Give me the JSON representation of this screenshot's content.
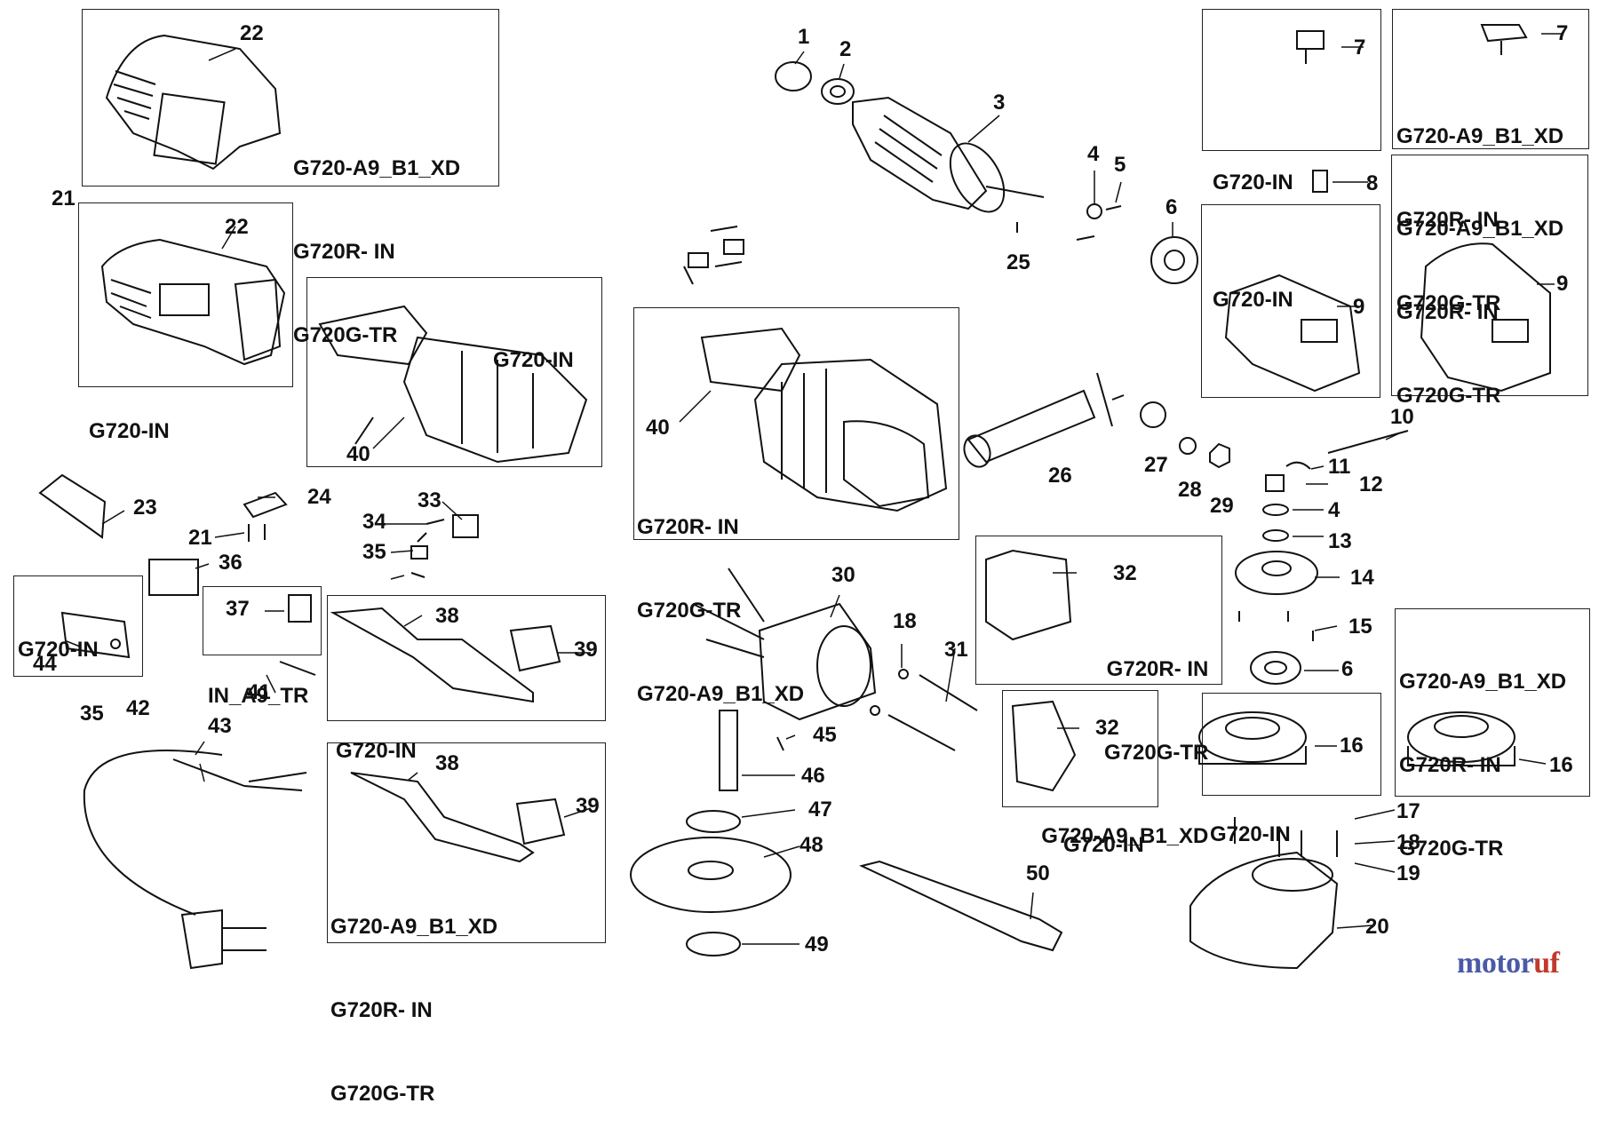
{
  "boxes": [
    {
      "id": "b22a",
      "lines": [
        "G720-A9_B1_XD",
        "G720R- IN",
        "G720G-TR"
      ]
    },
    {
      "id": "b22b",
      "lines": [
        "G720-IN"
      ]
    },
    {
      "id": "b40a",
      "lines": [
        "G720-IN"
      ]
    },
    {
      "id": "b40b",
      "lines": [
        "G720R- IN",
        "G720G-TR",
        "G720-A9_B1_XD"
      ]
    },
    {
      "id": "b7a",
      "lines": [
        "G720-IN"
      ]
    },
    {
      "id": "b7b",
      "lines": [
        "G720-A9_B1_XD",
        "G720R- IN",
        "G720G-TR"
      ]
    },
    {
      "id": "b9a",
      "lines": [
        "G720-IN"
      ]
    },
    {
      "id": "b9b",
      "lines": [
        "G720-A9_B1_XD",
        "G720R- IN",
        "G720G-TR"
      ]
    },
    {
      "id": "b32a",
      "lines": [
        "G720R- IN",
        "G720G-TR",
        "G720-A9_B1_XD"
      ]
    },
    {
      "id": "b32b",
      "lines": [
        "G720-IN"
      ]
    },
    {
      "id": "b16a",
      "lines": [
        "G720-IN"
      ]
    },
    {
      "id": "b16b",
      "lines": [
        "G720-A9_B1_XD",
        "G720R- IN",
        "G720G-TR"
      ]
    },
    {
      "id": "b44",
      "lines": [
        "G720-IN"
      ]
    },
    {
      "id": "b37",
      "lines": [
        "IN_A9_TR"
      ]
    },
    {
      "id": "b38a",
      "lines": [
        "G720-IN"
      ]
    },
    {
      "id": "b38b",
      "lines": [
        "G720-A9_B1_XD",
        "G720R- IN",
        "G720G-TR"
      ]
    }
  ],
  "part_numbers": [
    "1",
    "2",
    "3",
    "4",
    "5",
    "6",
    "25",
    "22",
    "22",
    "21",
    "40",
    "40",
    "26",
    "27",
    "28",
    "29",
    "7",
    "7",
    "8",
    "9",
    "9",
    "10",
    "11",
    "12",
    "4",
    "13",
    "14",
    "15",
    "6",
    "16",
    "16",
    "17",
    "18",
    "19",
    "20",
    "23",
    "24",
    "21",
    "36",
    "33",
    "34",
    "35",
    "37",
    "44",
    "38",
    "39",
    "41",
    "35",
    "42",
    "43",
    "38",
    "39",
    "30",
    "18",
    "31",
    "32",
    "32",
    "45",
    "46",
    "47",
    "48",
    "49",
    "50"
  ],
  "watermark": {
    "part1": "motor",
    "part2": "uf"
  }
}
